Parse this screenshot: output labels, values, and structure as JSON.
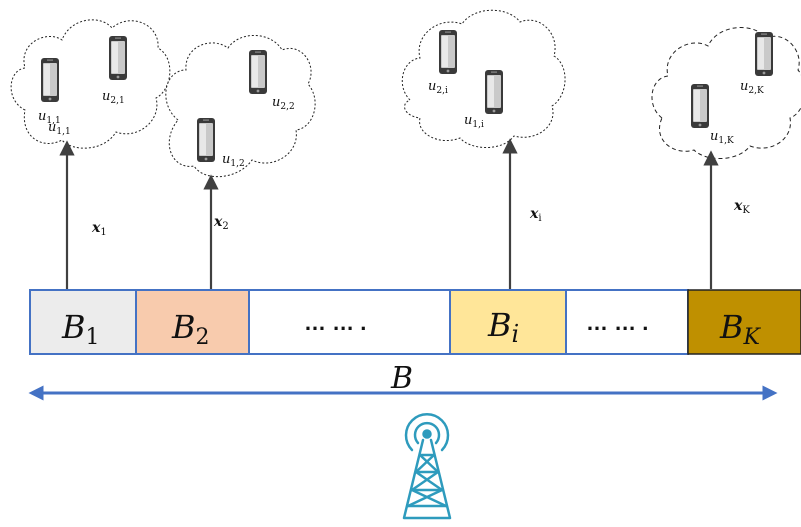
{
  "band": {
    "total_label": "B",
    "blocks": [
      {
        "base": "B",
        "sub": "1",
        "fill": "#ececec"
      },
      {
        "base": "B",
        "sub": "2",
        "fill": "#f8cbad"
      },
      {
        "text": "… … ."
      },
      {
        "base": "B",
        "sub": "i",
        "fill": "#ffe699"
      },
      {
        "text": "… … ."
      },
      {
        "base": "B",
        "sub": "K",
        "fill": "#bf9000"
      }
    ]
  },
  "signals": [
    {
      "base": "x",
      "sub": "1"
    },
    {
      "base": "x",
      "sub": "2"
    },
    {
      "base": "x",
      "sub": "i"
    },
    {
      "base": "x",
      "sub": "K"
    }
  ],
  "clusters": [
    {
      "users": [
        {
          "base": "u",
          "sub": "1,1"
        },
        {
          "base": "u",
          "sub": "1,1"
        },
        {
          "base": "u",
          "sub": "2,1"
        }
      ]
    },
    {
      "users": [
        {
          "base": "u",
          "sub": "1,2"
        },
        {
          "base": "u",
          "sub": "2,2"
        }
      ]
    },
    {
      "users": [
        {
          "base": "u",
          "sub": "1,i"
        },
        {
          "base": "u",
          "sub": "2,i"
        }
      ]
    },
    {
      "users": [
        {
          "base": "u",
          "sub": "1,K"
        },
        {
          "base": "u",
          "sub": "2,K"
        }
      ]
    }
  ],
  "colors": {
    "block_border": "#4472c4",
    "bandwidth_arrow": "#4472c4",
    "tower": "#2e9bbd",
    "arrow": "#404040"
  },
  "icons": [
    "smartphone-icon",
    "cloud-outline",
    "cell-tower-icon"
  ]
}
